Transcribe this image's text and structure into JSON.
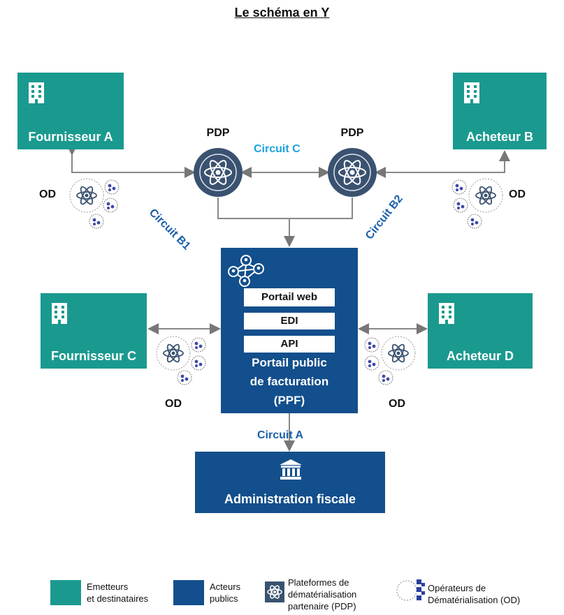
{
  "title": "Le schéma en Y",
  "actors": {
    "fournisseur_a": "Fournisseur A",
    "acheteur_b": "Acheteur B",
    "fournisseur_c": "Fournisseur C",
    "acheteur_d": "Acheteur D"
  },
  "pdp_label": "PDP",
  "od_label": "OD",
  "circuits": {
    "a": "Circuit A",
    "b1": "Circuit B1",
    "b2": "Circuit B2",
    "c": "Circuit C"
  },
  "ppf": {
    "channels": [
      "Portail web",
      "EDI",
      "API"
    ],
    "title_line1": "Portail public",
    "title_line2": "de facturation",
    "title_line3": "(PPF)"
  },
  "administration": "Administration fiscale",
  "legend": {
    "emitters": [
      "Emetteurs",
      "et destinataires"
    ],
    "public": [
      "Acteurs",
      "publics"
    ],
    "pdp": [
      "Plateformes de",
      "dématérialisation",
      "partenaire (PDP)"
    ],
    "od": [
      "Opérateurs de",
      "Dématérialisation (OD)"
    ]
  },
  "colors": {
    "teal": "#1a9a8f",
    "navy": "#134f8c",
    "circuit_blue": "#1a5fa8",
    "circuit_c": "#1aa3e0",
    "pdp_circle": "#3a5270"
  },
  "icons": [
    "building-icon",
    "atom-icon",
    "network-icon",
    "bank-icon",
    "od-cluster-icon"
  ]
}
